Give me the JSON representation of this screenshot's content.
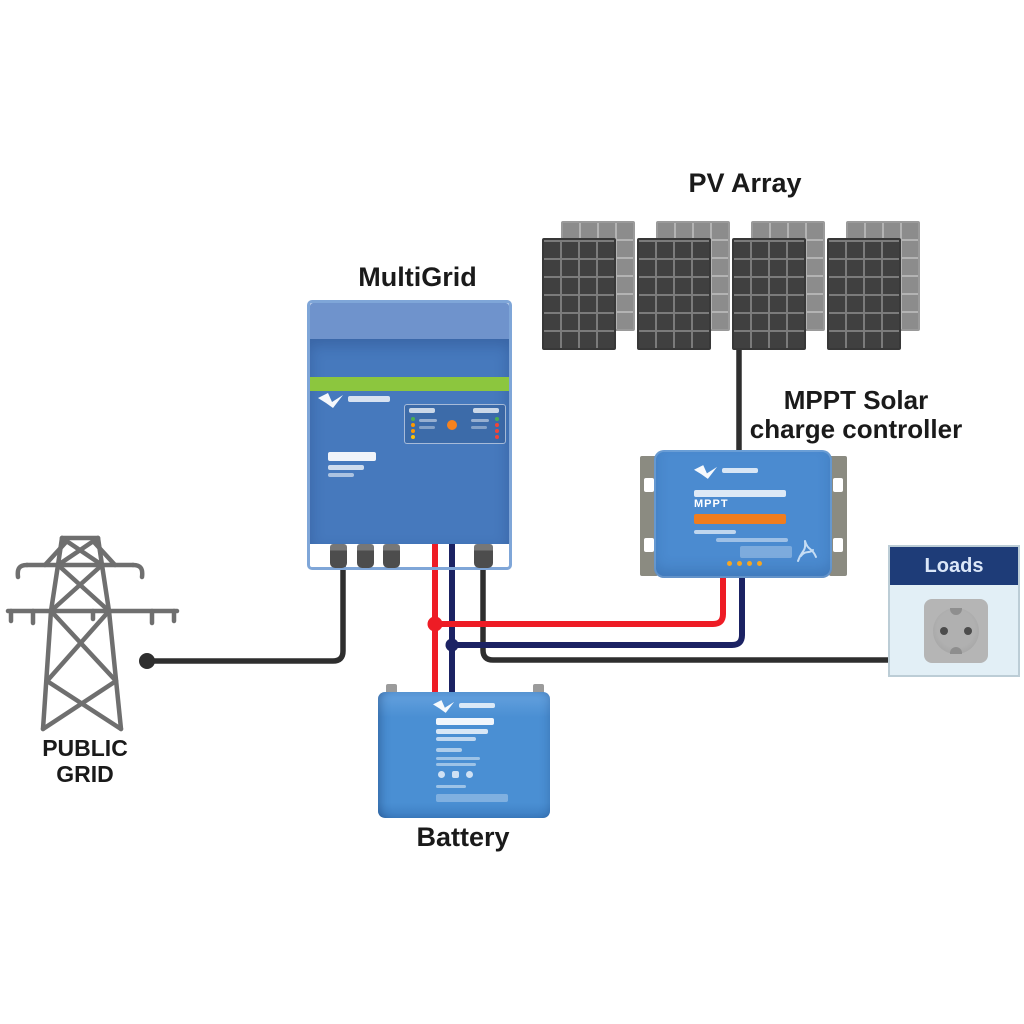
{
  "diagram": {
    "labels": {
      "pv_array": "PV Array",
      "multigrid": "MultiGrid",
      "mppt_line1": "MPPT Solar",
      "mppt_line2": "charge controller",
      "mppt_model": "MPPT",
      "loads": "Loads",
      "public_grid_line1": "PUBLIC",
      "public_grid_line2": "GRID",
      "battery": "Battery"
    },
    "components": [
      {
        "id": "public-grid",
        "label": "PUBLIC GRID"
      },
      {
        "id": "multigrid",
        "label": "MultiGrid"
      },
      {
        "id": "pv-array",
        "label": "PV Array",
        "panel_pairs": 4
      },
      {
        "id": "mppt-charge-controller",
        "label": "MPPT Solar charge controller"
      },
      {
        "id": "loads",
        "label": "Loads"
      },
      {
        "id": "battery",
        "label": "Battery"
      }
    ],
    "connections": [
      {
        "from": "public-grid",
        "to": "multigrid",
        "color": "black"
      },
      {
        "from": "pv-array",
        "to": "mppt-charge-controller",
        "color": "black"
      },
      {
        "from": "multigrid",
        "to": "loads",
        "color": "black"
      },
      {
        "from": "multigrid",
        "to": "battery",
        "color": "red"
      },
      {
        "from": "multigrid",
        "to": "battery",
        "color": "navy"
      },
      {
        "from": "mppt-charge-controller",
        "to": "battery",
        "color": "red"
      },
      {
        "from": "mppt-charge-controller",
        "to": "battery",
        "color": "navy"
      }
    ],
    "colors": {
      "wire-red": "#ee1c25",
      "wire-navy": "#1b2263",
      "wire-black": "#2e2e2e",
      "device-blue": "#4679bd",
      "device-blue-light": "#6f93cc",
      "mppt-blue": "#4b8bd0",
      "green-stripe": "#8cc63e",
      "orange-stripe": "#f07d1e",
      "loads-header": "#1e3c78",
      "loads-body": "#e2eff6",
      "battery-blue": "#4a8fd3",
      "panel-dark": "#404040",
      "panel-light": "#8c8c8c",
      "tower-gray": "#6f6f6f",
      "label-text": "#1a1a1a"
    }
  }
}
